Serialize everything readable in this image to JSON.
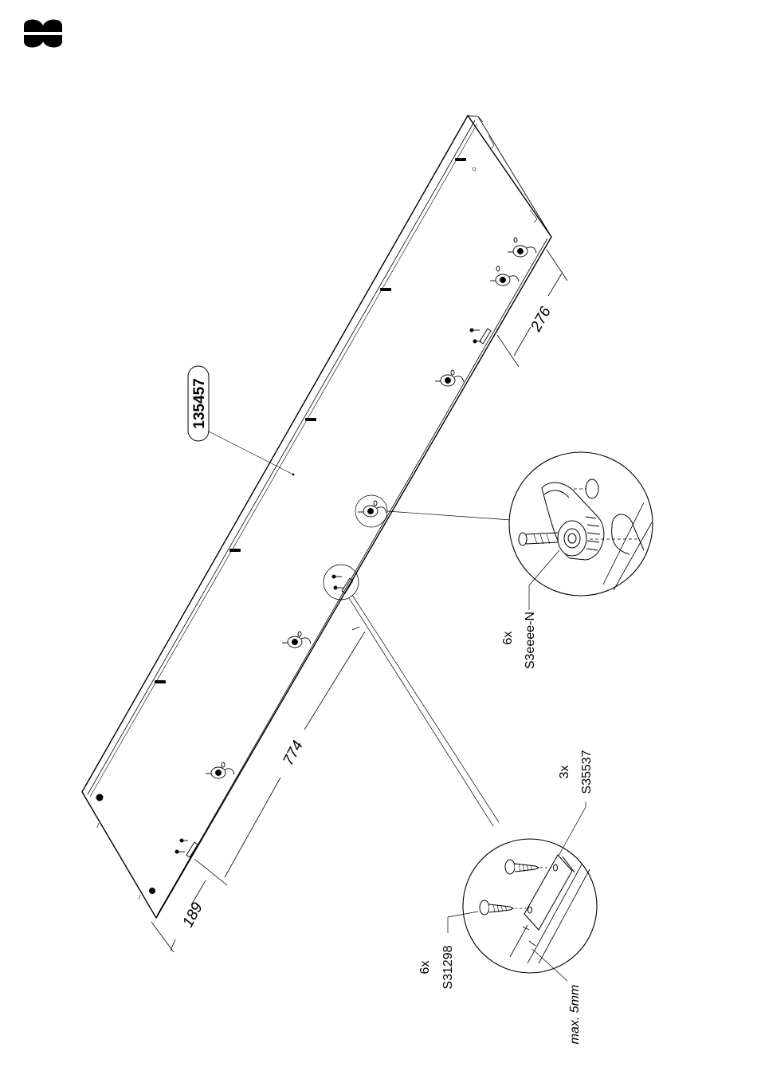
{
  "step": {
    "number_glyph": "8",
    "icon": "step-8-icon"
  },
  "panel": {
    "part_number": "135457"
  },
  "dimensions": {
    "d189": "189",
    "d774": "774",
    "d276": "276"
  },
  "cam_detail": {
    "qty": "6x",
    "code": "S3eeee-N"
  },
  "plate_detail": {
    "screw_qty": "6x",
    "screw_code": "S31298",
    "bracket_qty": "3x",
    "bracket_code": "S35537",
    "note": "max. 5mm"
  },
  "colors": {
    "ink": "#000000",
    "paper": "#ffffff"
  }
}
